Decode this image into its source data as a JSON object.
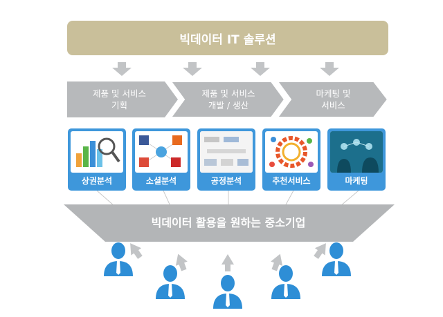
{
  "banner": {
    "title": "빅데이터 IT 솔루션",
    "color": "#c9bf9a"
  },
  "stages": [
    {
      "line1": "제품 및 서비스",
      "line2": "기획"
    },
    {
      "line1": "제품 및 서비스",
      "line2": "개발 / 생산"
    },
    {
      "line1": "마케팅 및",
      "line2": "서비스"
    }
  ],
  "cards": [
    {
      "label": "상권분석",
      "icon": "bar-chart-magnifier-icon"
    },
    {
      "label": "소셜분석",
      "icon": "social-media-icon"
    },
    {
      "label": "공정분석",
      "icon": "process-flow-icon"
    },
    {
      "label": "추천서비스",
      "icon": "recommendation-ring-icon"
    },
    {
      "label": "마케팅",
      "icon": "marketing-people-icon"
    }
  ],
  "funnel": {
    "label": "빅데이터 활용을 원하는 중소기업"
  },
  "colors": {
    "card": "#3e97db",
    "arrow_gray": "#c2c4c6",
    "person": "#2e8ed6"
  }
}
